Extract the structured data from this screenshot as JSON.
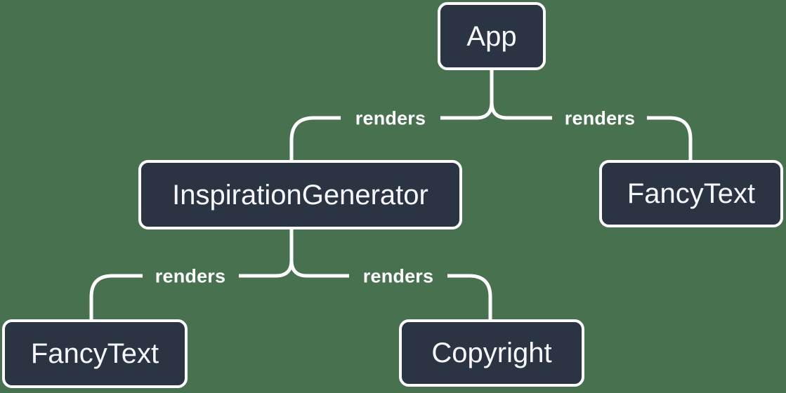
{
  "diagram": {
    "type": "tree",
    "nodes": [
      {
        "id": "app",
        "label": "App"
      },
      {
        "id": "inspiration-generator",
        "label": "InspirationGenerator"
      },
      {
        "id": "fancy-text-top",
        "label": "FancyText"
      },
      {
        "id": "fancy-text-bottom",
        "label": "FancyText"
      },
      {
        "id": "copyright",
        "label": "Copyright"
      }
    ],
    "edges": [
      {
        "from": "App",
        "to": "InspirationGenerator",
        "label": "renders"
      },
      {
        "from": "App",
        "to": "FancyText",
        "label": "renders"
      },
      {
        "from": "InspirationGenerator",
        "to": "FancyText",
        "label": "renders"
      },
      {
        "from": "InspirationGenerator",
        "to": "Copyright",
        "label": "renders"
      }
    ],
    "colors": {
      "background": "#48714F",
      "node_fill": "#2B3442",
      "node_border": "#FFFFFF",
      "connector": "#FFFFFF",
      "text": "#F6F7F9"
    }
  }
}
